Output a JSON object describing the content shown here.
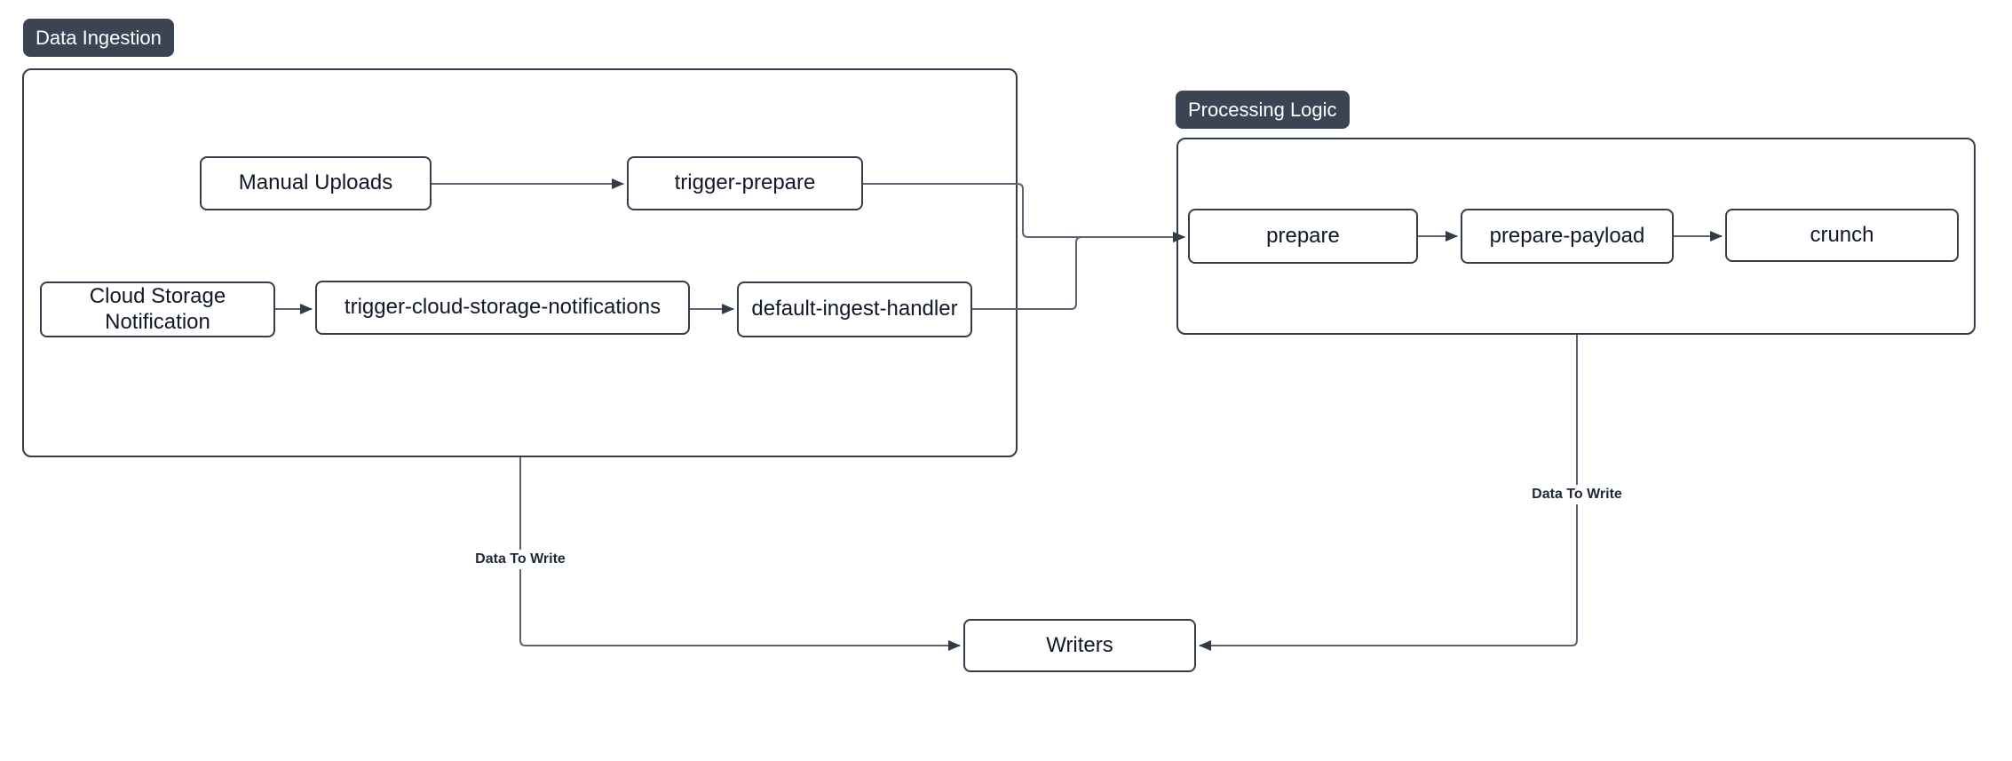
{
  "diagram": {
    "groups": [
      {
        "id": "data-ingestion",
        "label": "Data Ingestion"
      },
      {
        "id": "processing-logic",
        "label": "Processing Logic"
      }
    ],
    "nodes": [
      {
        "id": "manual-uploads",
        "label": "Manual Uploads",
        "group": "data-ingestion"
      },
      {
        "id": "trigger-prepare",
        "label": "trigger-prepare",
        "group": "data-ingestion"
      },
      {
        "id": "cloud-storage-notification",
        "label": "Cloud Storage Notification",
        "group": "data-ingestion"
      },
      {
        "id": "trigger-cloud-storage-notifications",
        "label": "trigger-cloud-storage-notifications",
        "group": "data-ingestion"
      },
      {
        "id": "default-ingest-handler",
        "label": "default-ingest-handler",
        "group": "data-ingestion"
      },
      {
        "id": "prepare",
        "label": "prepare",
        "group": "processing-logic"
      },
      {
        "id": "prepare-payload",
        "label": "prepare-payload",
        "group": "processing-logic"
      },
      {
        "id": "crunch",
        "label": "crunch",
        "group": "processing-logic"
      },
      {
        "id": "writers",
        "label": "Writers",
        "group": null
      }
    ],
    "edges": [
      {
        "from": "manual-uploads",
        "to": "trigger-prepare",
        "label": ""
      },
      {
        "from": "cloud-storage-notification",
        "to": "trigger-cloud-storage-notifications",
        "label": ""
      },
      {
        "from": "trigger-cloud-storage-notifications",
        "to": "default-ingest-handler",
        "label": ""
      },
      {
        "from": "prepare",
        "to": "prepare-payload",
        "label": ""
      },
      {
        "from": "prepare-payload",
        "to": "crunch",
        "label": ""
      },
      {
        "from": "trigger-prepare",
        "to": "prepare",
        "label": ""
      },
      {
        "from": "default-ingest-handler",
        "to": "prepare",
        "label": ""
      },
      {
        "from": "data-ingestion",
        "to": "writers",
        "label": "Data To Write"
      },
      {
        "from": "processing-logic",
        "to": "writers",
        "label": "Data To Write"
      }
    ],
    "colors": {
      "node_border": "#333d4a",
      "node_fill": "#ffffff",
      "node_text": "#111827",
      "badge_bg": "#3b4452",
      "badge_text": "#ffffff",
      "edge": "#5c6370",
      "arrow": "#333b47",
      "label_text": "#1f2937",
      "background": "#ffffff"
    }
  }
}
